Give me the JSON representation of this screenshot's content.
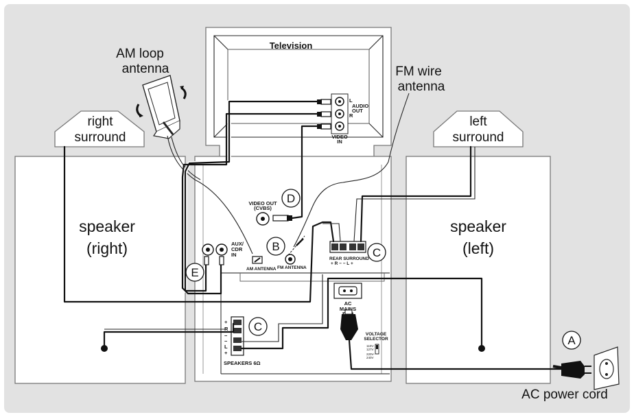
{
  "labels": {
    "am_loop": [
      "AM loop",
      "antenna"
    ],
    "fm_wire": [
      "FM wire",
      "antenna"
    ],
    "television": "Television",
    "right_surround": [
      "right",
      "surround"
    ],
    "left_surround": [
      "left",
      "surround"
    ],
    "speaker_right": [
      "speaker",
      "(right)"
    ],
    "speaker_left": [
      "speaker",
      "(left)"
    ],
    "ac_power_cord": "AC power cord",
    "tv_audio_out": [
      "AUDIO",
      "OUT"
    ],
    "tv_l": "L",
    "tv_r": "R",
    "tv_video_in": [
      "VIDEO",
      "IN"
    ],
    "video_out": [
      "VIDEO OUT",
      "(CVBS)"
    ],
    "aux_cdr_in": [
      "AUX/",
      "CDR",
      "IN"
    ],
    "am_antenna": "AM ANTENNA",
    "fm_antenna": "FM ANTENNA",
    "rear_surround": "REAR SURROUND",
    "rear_polarity": "+ R −    − L +",
    "ac_mains": [
      "AC",
      "MAINS"
    ],
    "voltage_selector": [
      "VOLTAGE",
      "SELECTOR"
    ],
    "voltage_values": [
      "110V-",
      "127V",
      "220V-",
      "240V"
    ],
    "speakers": "SPEAKERS 6Ω",
    "terminal_marks": [
      "+",
      "R",
      "−",
      "−",
      "L",
      "+"
    ]
  },
  "callouts": {
    "A": "A",
    "B": "B",
    "C_rear": "C",
    "C_front": "C",
    "D": "D",
    "E": "E"
  },
  "colors": {
    "background": "#e2e2e2",
    "panel": "#ffffff",
    "outline": "#777777",
    "wire": "#111111"
  }
}
